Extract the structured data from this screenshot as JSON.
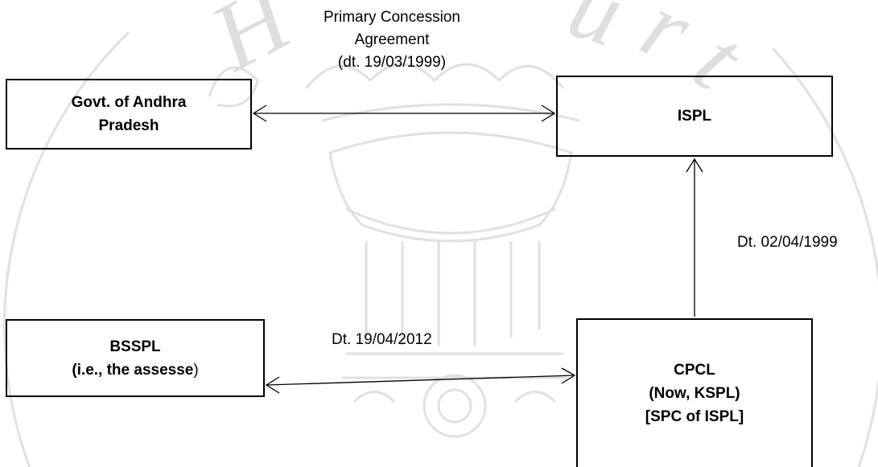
{
  "nodes": {
    "govt_ap": {
      "lines": [
        "Govt. of Andhra",
        "Pradesh"
      ]
    },
    "ispl": {
      "lines": [
        "ISPL"
      ]
    },
    "bsspl": {
      "line1": "BSSPL",
      "line2_bold": "(i.e., the assesse",
      "line2_tail": ")"
    },
    "cpcl": {
      "lines": [
        "CPCL",
        "(Now, KSPL)",
        "[SPC of ISPL]"
      ]
    }
  },
  "edges": {
    "primary_agreement": {
      "lines": [
        "Primary Concession",
        "Agreement",
        "(dt. 19/03/1999)"
      ]
    },
    "cpcl_to_ispl": {
      "label": "Dt. 02/04/1999"
    },
    "bsspl_cpcl": {
      "label": "Dt. 19/04/2012"
    }
  },
  "watermark": {
    "icon": "emblem-watermark-icon",
    "text": "High Court",
    "color": "#dcdcdc"
  }
}
